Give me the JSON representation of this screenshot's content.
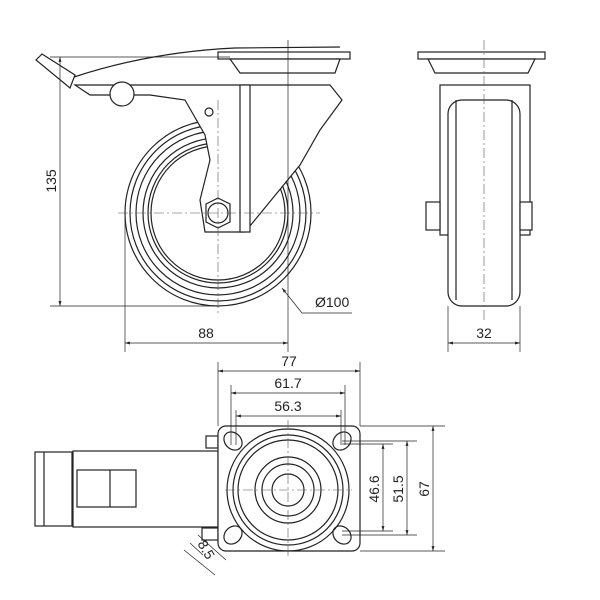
{
  "title": "Swivel caster with brake - dimension drawing",
  "side_view": {
    "height_label": "135",
    "offset_label": "88",
    "diameter_label": "Ø100"
  },
  "front_view": {
    "width_label": "32"
  },
  "bottom_view": {
    "plate_width_label": "77",
    "hole_spacing_outer_x_label": "61.7",
    "hole_spacing_inner_x_label": "56.3",
    "hole_spacing_inner_y_label": "46.6",
    "hole_spacing_outer_y_label": "51.5",
    "plate_depth_label": "67",
    "hole_size_label": "8.5"
  }
}
